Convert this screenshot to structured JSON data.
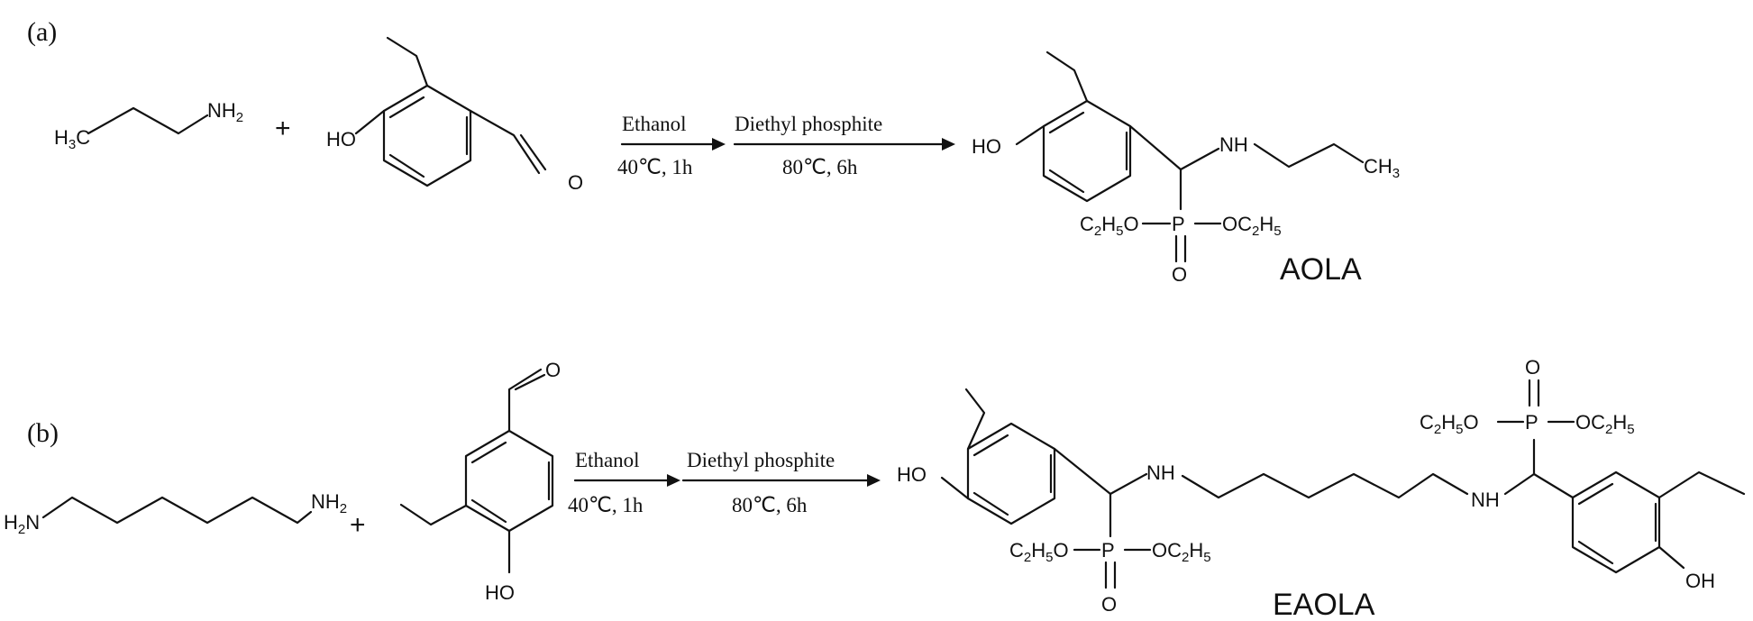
{
  "panel_a": {
    "label": "(a)",
    "amine": {
      "h3c_main": "H",
      "h3c_sub": "3",
      "h3c_tail": "C",
      "nh2_main": "NH",
      "nh2_sub": "2"
    },
    "plus": "+",
    "aldehyde": {
      "ho": "HO",
      "o": "O"
    },
    "step1": {
      "solvent": "Ethanol",
      "conditions": "40℃, 1h"
    },
    "step2": {
      "reagent": "Diethyl phosphite",
      "conditions": "80℃, 6h"
    },
    "product": {
      "ho": "HO",
      "nh": "NH",
      "ch3_main": "CH",
      "ch3_sub": "3",
      "p": "P",
      "o": "O",
      "oet_left_c": "C",
      "oet_left_s1": "2",
      "oet_left_h": "H",
      "oet_left_s2": "5",
      "oet_left_o": "O",
      "oet_right_o": "OC",
      "oet_right_s1": "2",
      "oet_right_h": "H",
      "oet_right_s2": "5",
      "name": "AOLA"
    }
  },
  "panel_b": {
    "label": "(b)",
    "amine": {
      "h2n_main": "H",
      "h2n_sub": "2",
      "h2n_tail": "N",
      "nh2_main": "NH",
      "nh2_sub": "2"
    },
    "plus": "+",
    "aldehyde": {
      "ho": "HO",
      "o": "O"
    },
    "step1": {
      "solvent": "Ethanol",
      "conditions": "40℃, 1h"
    },
    "step2": {
      "reagent": "Diethyl phosphite",
      "conditions": "80℃, 6h"
    },
    "product": {
      "ho_left": "HO",
      "nh_left": "NH",
      "nh_right": "NH",
      "ho_right": "OH",
      "p": "P",
      "o": "O",
      "oet_c": "C",
      "oet_s1": "2",
      "oet_h": "H",
      "oet_s2": "5",
      "oet_o": "O",
      "oet_r_o": "OC",
      "oet_r_s1": "2",
      "oet_r_h": "H",
      "oet_r_s2": "5",
      "name": "EAOLA"
    }
  }
}
